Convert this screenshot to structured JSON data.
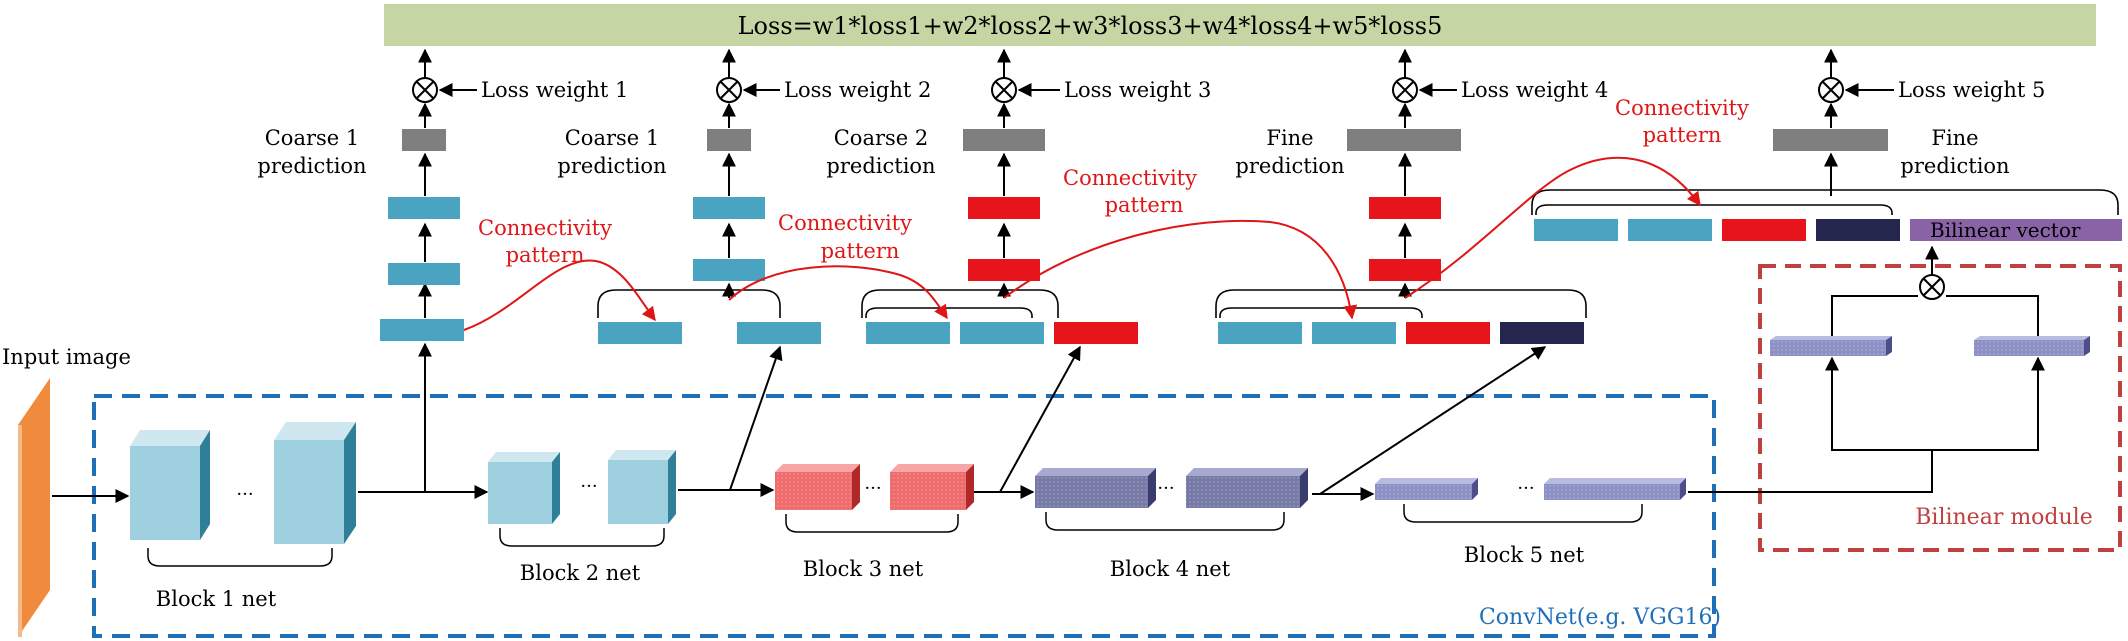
{
  "loss": {
    "formula": "Loss=w1*loss1+w2*loss2+w3*loss3+w4*loss4+w5*loss5",
    "banner_color": "#c5d5a3"
  },
  "loss_weights": [
    "Loss weight 1",
    "Loss weight 2",
    "Loss weight 3",
    "Loss weight 4",
    "Loss weight 5"
  ],
  "predictions": [
    {
      "line1": "Coarse 1",
      "line2": "prediction"
    },
    {
      "line1": "Coarse 1",
      "line2": "prediction"
    },
    {
      "line1": "Coarse 2",
      "line2": "prediction"
    },
    {
      "line1": "Fine",
      "line2": "prediction"
    },
    {
      "line1": "Fine",
      "line2": "prediction"
    }
  ],
  "connectivity": {
    "line1": "Connectivity",
    "line2": "pattern",
    "color": "#e01515"
  },
  "input_label": "Input image",
  "ellipsis": "···",
  "blocks": [
    "Block 1 net",
    "Block 2 net",
    "Block 3 net",
    "Block 4 net",
    "Block 5 net"
  ],
  "convnet_label": "ConvNet(e.g. VGG16)",
  "bilinear": {
    "module_label": "Bilinear module",
    "vector_label": "Bilinear vector"
  },
  "colors": {
    "teal": "#4aa3c1",
    "red": "#e8141c",
    "navy": "#24264e",
    "purple": "#8a63a6",
    "gray": "#7f7f7f",
    "orange": "#f08a3c",
    "convnet_border": "#1f6fb8",
    "bilinear_border": "#c0403f",
    "block1": "#9fd0df",
    "block3": "#ee6c6c",
    "block4": "#7779a6",
    "block5": "#8d90c4"
  }
}
